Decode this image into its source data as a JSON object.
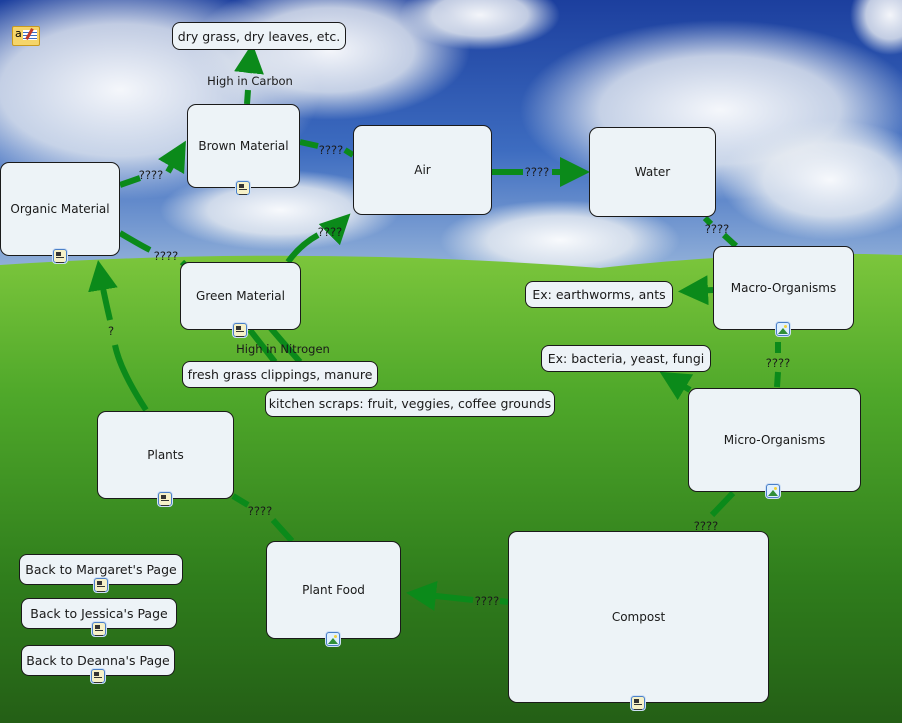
{
  "colors": {
    "link": "#0b8a1a",
    "concept_bg": "#edf3f7",
    "sky_top": "#1a3a9a",
    "grass": "#4da82a"
  },
  "toolbar": {
    "icon": "note-edit-icon"
  },
  "concepts": {
    "organic": "Organic Material",
    "brown": "Brown Material",
    "green": "Green Material",
    "air": "Air",
    "water": "Water",
    "macro": "Macro-Organisms",
    "micro": "Micro-Organisms",
    "compost": "Compost",
    "plantfood": "Plant Food",
    "plants": "Plants",
    "dry": "dry grass, dry leaves, etc.",
    "fresh": "fresh grass clippings, manure",
    "kitchen": "kitchen scraps: fruit, veggies, coffee grounds",
    "earthworms": "Ex: earthworms, ants",
    "bacteria": "Ex: bacteria, yeast, fungi",
    "margaret": "Back to Margaret's Page",
    "jessica": "Back to Jessica's Page",
    "deanna": "Back to Deanna's Page"
  },
  "links": {
    "organic_brown": "????",
    "organic_green": "????",
    "brown_dry": "High in Carbon",
    "brown_air": "????",
    "green_air": "????",
    "green_nitrogen": "High in Nitrogen",
    "air_water": "????",
    "water_macro": "????",
    "macro_micro": "????",
    "micro_compost": "????",
    "compost_plantfood": "????",
    "plantfood_plants": "????",
    "plants_organic": "?"
  }
}
